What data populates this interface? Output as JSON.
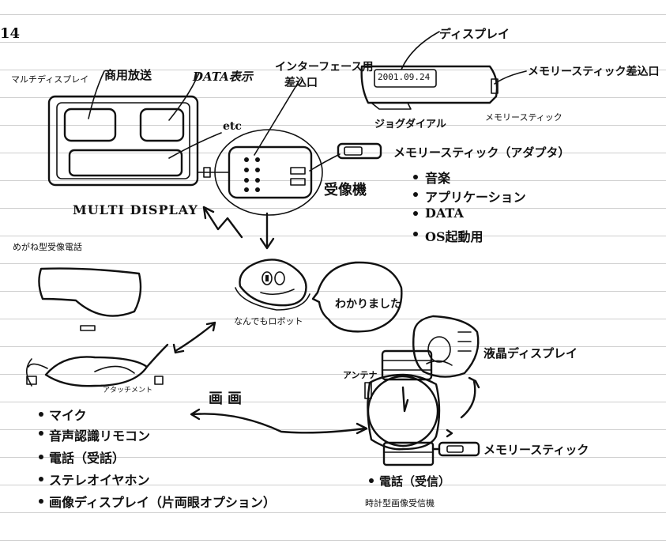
{
  "page_number": "14",
  "multi_display": {
    "caption": "マルチディスプレイ",
    "label_broadcast": "商用放送",
    "label_data": "DATA表示",
    "label_etc": "etc",
    "label_title": "MULTI DISPLAY"
  },
  "receiver": {
    "label_interface": "インターフェース用",
    "label_slot": "差込口",
    "label_name": "受像機"
  },
  "memory_device": {
    "label_display": "ディスプレイ",
    "display_text": "2001.09.24",
    "label_slot": "メモリースティック差込口",
    "label_jog": "ジョグダイアル",
    "caption_stick": "メモリースティック"
  },
  "adapter": {
    "label": "メモリースティック（アダプタ）",
    "items": [
      "音楽",
      "アプリケーション",
      "DATA",
      "OS起動用"
    ]
  },
  "glasses": {
    "caption": "めがね型受像電話",
    "attachment_label": "アタッチメント",
    "features": [
      "マイク",
      "音声認識リモコン",
      "電話（受話）",
      "ステレオイヤホン",
      "画像ディスプレイ（片両眼オプション）"
    ]
  },
  "robot": {
    "caption": "なんでもロボット",
    "speech": "わかりました"
  },
  "link_label": "画画",
  "watch": {
    "antenna_label": "アンテナ",
    "liquid_display_label": "液晶ディスプレイ",
    "memory_label": "メモリースティック",
    "features": [
      "電話（受信）"
    ],
    "caption": "時計型画像受信機"
  }
}
